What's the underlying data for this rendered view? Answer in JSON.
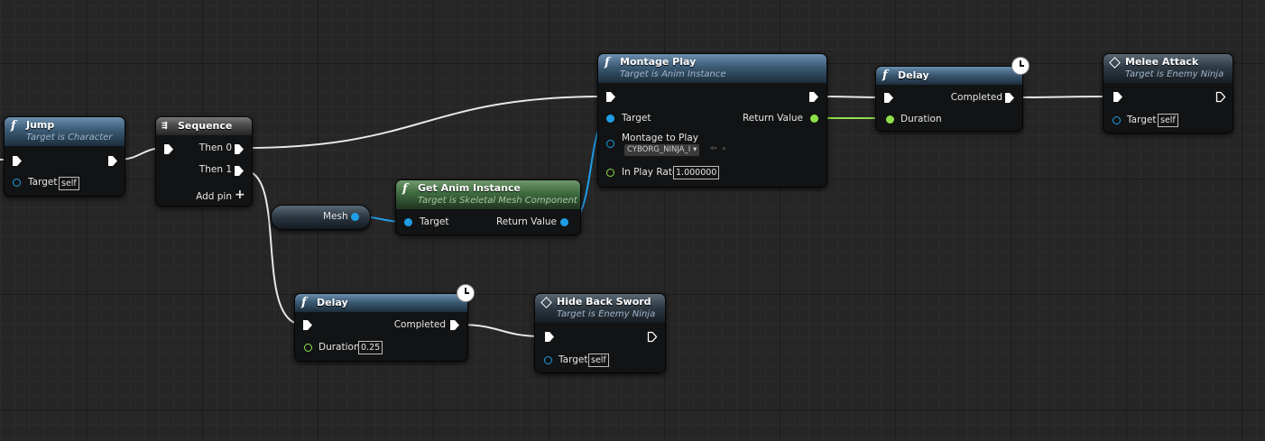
{
  "nodes": {
    "jump": {
      "title": "Jump",
      "subtitle": "Target is Character",
      "target_label": "Target",
      "target_value": "self"
    },
    "sequence": {
      "title": "Sequence",
      "then0": "Then 0",
      "then1": "Then 1",
      "add_pin": "Add pin",
      "add_icon": "+"
    },
    "mesh_var": {
      "label": "Mesh"
    },
    "get_anim_instance": {
      "title": "Get Anim Instance",
      "subtitle": "Target is Skeletal Mesh Component",
      "target_label": "Target",
      "return_label": "Return Value"
    },
    "montage_play": {
      "title": "Montage Play",
      "subtitle": "Target is Anim Instance",
      "target_label": "Target",
      "return_label": "Return Value",
      "montage_label": "Montage to Play",
      "montage_value": "CYBORG_NINJA_I",
      "rate_label": "In Play Rate",
      "rate_value": "1.000000"
    },
    "delay_top": {
      "title": "Delay",
      "completed_label": "Completed",
      "duration_label": "Duration"
    },
    "melee_attack": {
      "title": "Melee Attack",
      "subtitle": "Target is Enemy Ninja",
      "target_label": "Target",
      "target_value": "self"
    },
    "delay_bottom": {
      "title": "Delay",
      "completed_label": "Completed",
      "duration_label": "Duration",
      "duration_value": "0.25"
    },
    "hide_back_sword": {
      "title": "Hide Back Sword",
      "subtitle": "Target is Enemy Ninja",
      "target_label": "Target",
      "target_value": "self"
    }
  },
  "icons": {
    "function": "f",
    "event": "diamond-icon",
    "sequence": "sequence-icon",
    "clock": "clock-icon",
    "combo_arrow": "▾",
    "use_asset": "⇦",
    "browse": "⌕"
  },
  "colors": {
    "exec": "#ffffff",
    "object_pin": "#1f9ee6",
    "float_pin": "#8fe04a",
    "function_header": "#3b5a74",
    "pure_header": "#3f6a40"
  }
}
